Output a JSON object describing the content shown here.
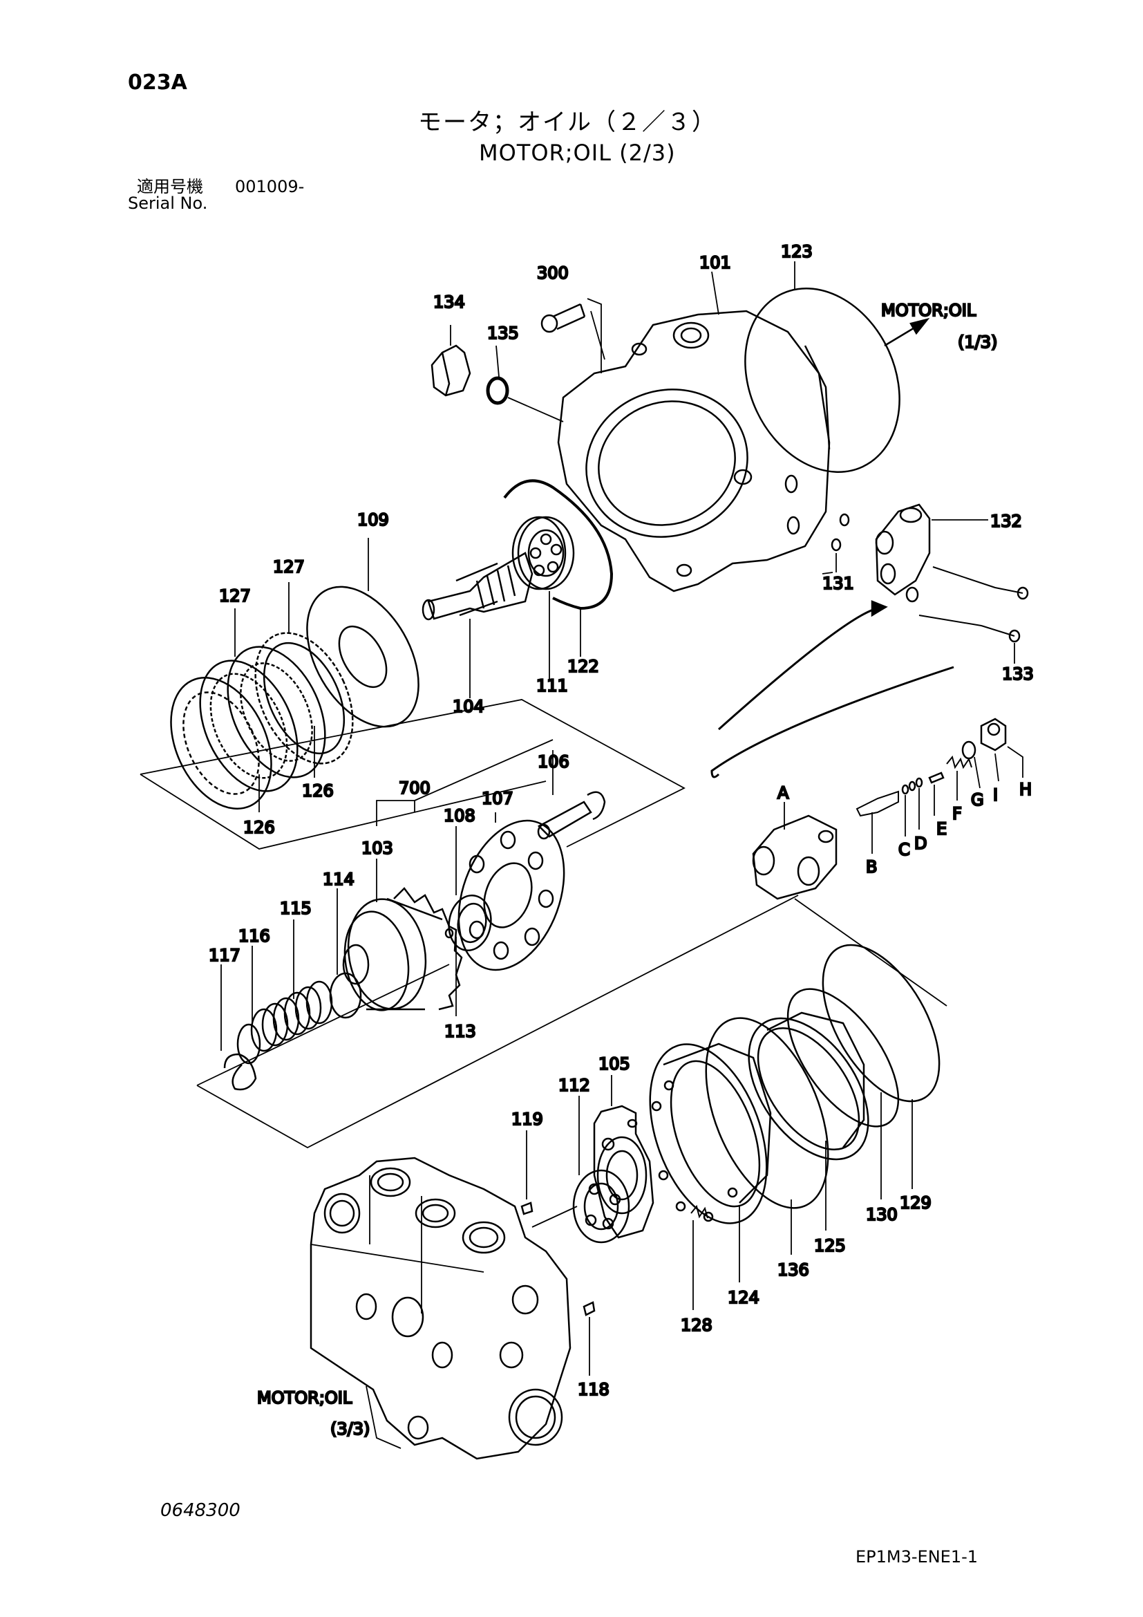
{
  "header": {
    "page_code": "023A",
    "title_jp": "モータ；オイル（２／３）",
    "title_en": "MOTOR;OIL (2/3)",
    "serial_label_jp": "適用号機",
    "serial_value": "001009-",
    "serial_label_en": "Serial No."
  },
  "footer": {
    "drawing_number": "0648300",
    "document_code": "EP1M3-ENE1-1"
  },
  "references": {
    "to_page_1": [
      "MOTOR;OIL",
      "(1/3)"
    ],
    "to_page_3": [
      "MOTOR;OIL",
      "(3/3)"
    ]
  },
  "part_labels": {
    "p300": "300",
    "p134": "134",
    "p135": "135",
    "p101": "101",
    "p123": "123",
    "p109": "109",
    "p127a": "127",
    "p127b": "127",
    "p132": "132",
    "p131": "131",
    "p133": "133",
    "p122": "122",
    "p111": "111",
    "p104": "104",
    "p126a": "126",
    "p126b": "126",
    "p106": "106",
    "p700": "700",
    "p107": "107",
    "p108": "108",
    "p103": "103",
    "p114": "114",
    "p115": "115",
    "p116": "116",
    "p117": "117",
    "p113": "113",
    "pA": "A",
    "pB": "B",
    "pC": "C",
    "pD": "D",
    "pE": "E",
    "pF": "F",
    "pG": "G",
    "pH": "H",
    "pI": "I",
    "p105": "105",
    "p112": "112",
    "p119": "119",
    "p118": "118",
    "p128": "128",
    "p124": "124",
    "p136": "136",
    "p125": "125",
    "p130": "130",
    "p129": "129"
  }
}
